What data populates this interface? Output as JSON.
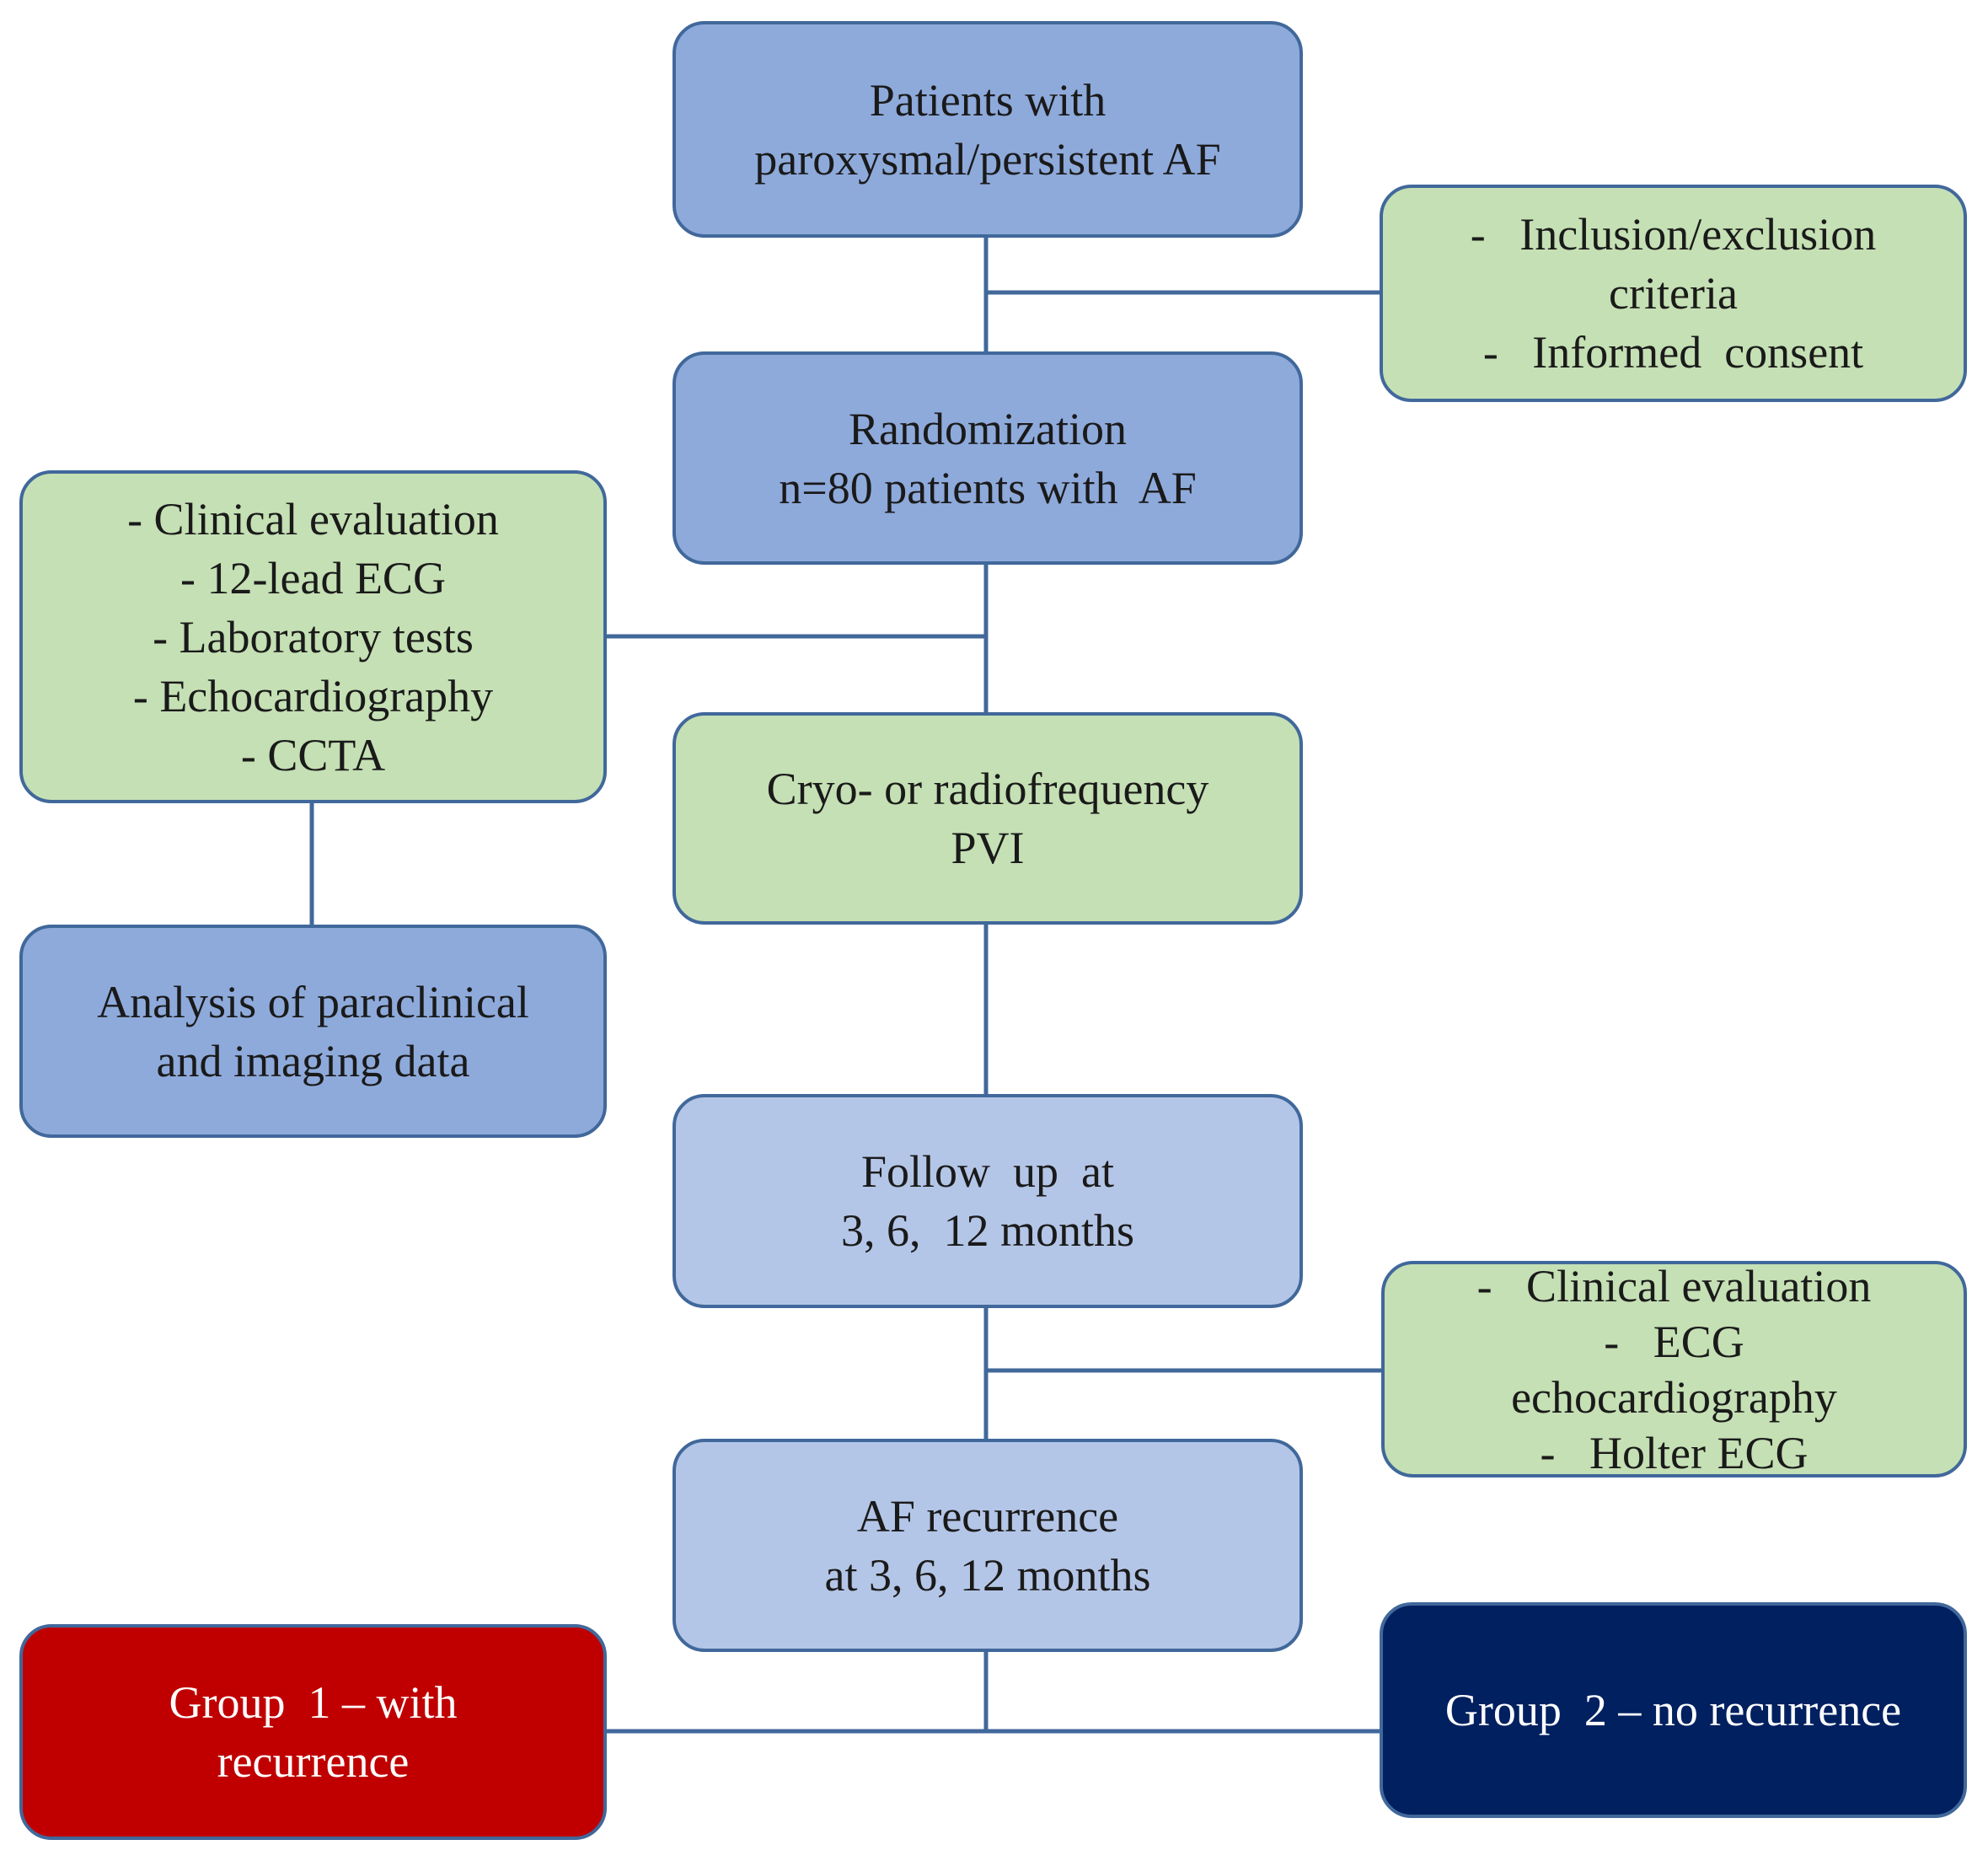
{
  "colors": {
    "primary_box": "#8eaadb",
    "followup_box": "#b4c6e7",
    "detail_box": "#c5e0b4",
    "group1": "#c00000",
    "group2": "#002060",
    "border": "#41689b"
  },
  "boxes": {
    "patients": {
      "lines": [
        "Patients with",
        "paroxysmal/persistent AF"
      ]
    },
    "criteria": {
      "lines": [
        "-   Inclusion/exclusion",
        "criteria",
        "-   Informed  consent"
      ]
    },
    "randomization": {
      "lines": [
        "Randomization",
        "n=80 patients with  AF"
      ]
    },
    "evaluation": {
      "lines": [
        "- Clinical evaluation",
        "- 12-lead ECG",
        "- Laboratory tests",
        "- Echocardiography",
        "- CCTA"
      ]
    },
    "pvi": {
      "lines": [
        "Cryo- or radiofrequency",
        "PVI"
      ]
    },
    "analysis": {
      "lines": [
        "Analysis of paraclinical",
        "and imaging data"
      ]
    },
    "followup": {
      "lines": [
        "Follow  up  at",
        "3, 6,  12 months"
      ]
    },
    "followup_tests": {
      "lines": [
        "-   Clinical evaluation",
        "-   ECG",
        "echocardiography",
        "-   Holter ECG"
      ]
    },
    "recurrence": {
      "lines": [
        "AF recurrence",
        "at 3, 6, 12 months"
      ]
    },
    "group1": {
      "lines": [
        "Group  1 – with",
        "recurrence"
      ]
    },
    "group2": {
      "lines": [
        "Group  2 – no recurrence"
      ]
    }
  }
}
